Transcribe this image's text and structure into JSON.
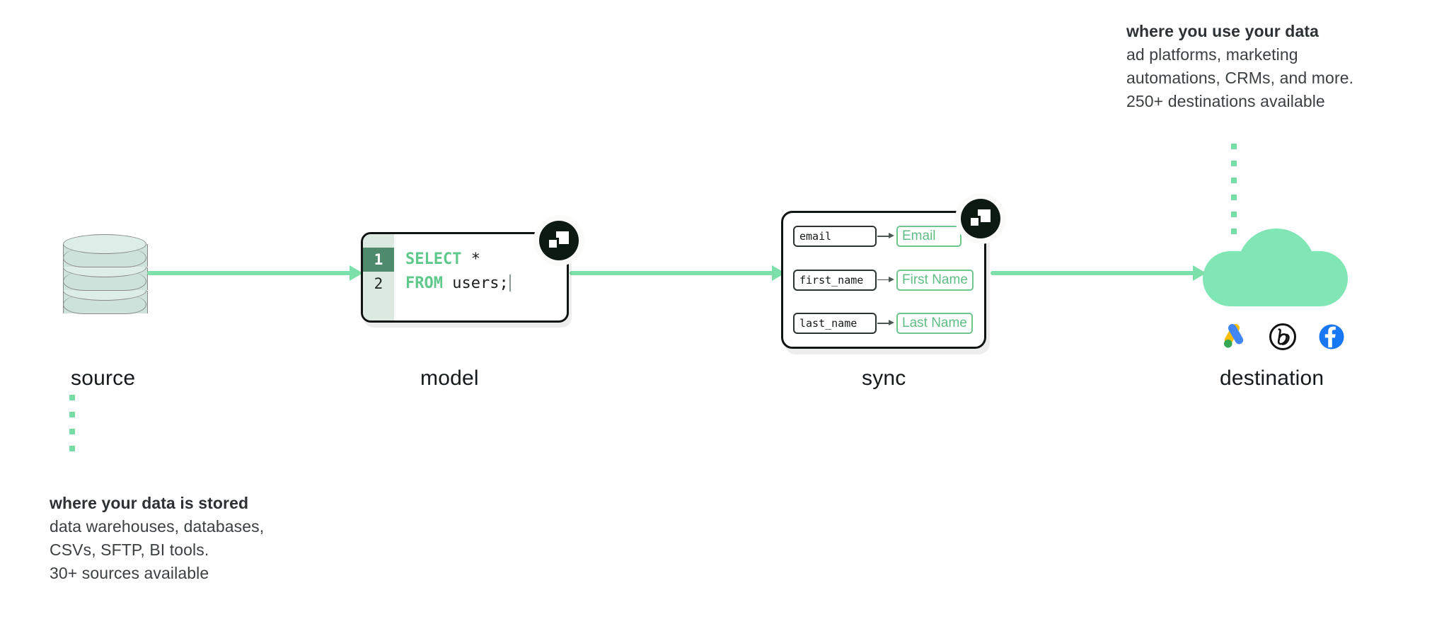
{
  "diagram": {
    "title": "data pipeline: source to destination",
    "accent_green": "#7fe6b4",
    "arrow_green": "#7ddfa9",
    "badge_dark": "#0d1a12",
    "keyword_green": "#5ec98b",
    "facebook_blue": "#1877f2"
  },
  "captions": {
    "destination": {
      "heading": "where you use your data",
      "lines": [
        "ad platforms, marketing",
        "automations, CRMs, and more.",
        "250+ destinations available"
      ]
    },
    "source": {
      "heading": "where your data is stored",
      "lines": [
        "data warehouses, databases,",
        "CSVs, SFTP, BI tools.",
        "30+ sources available"
      ]
    }
  },
  "stages": {
    "source": {
      "label": "source",
      "icon": "database-icon"
    },
    "model": {
      "label": "model",
      "icon": "code-editor-icon"
    },
    "sync": {
      "label": "sync",
      "icon": "field-mapping-icon"
    },
    "destination": {
      "label": "destination",
      "icon": "cloud-icon"
    }
  },
  "model_editor": {
    "lines": [
      {
        "number": "1",
        "active": true,
        "keyword": "SELECT",
        "rest": " *"
      },
      {
        "number": "2",
        "active": false,
        "keyword": "FROM",
        "rest": " users;"
      }
    ]
  },
  "sync_mappings": [
    {
      "source_field": "email",
      "destination_field": "Email"
    },
    {
      "source_field": "first_name",
      "destination_field": "First Name"
    },
    {
      "source_field": "last_name",
      "destination_field": "Last Name"
    }
  ],
  "destination_logos": [
    {
      "name": "google-ads-logo",
      "label": "Google Ads"
    },
    {
      "name": "braze-logo",
      "label": "Braze"
    },
    {
      "name": "facebook-logo",
      "label": "Facebook"
    }
  ],
  "dots": {
    "source_count": 4,
    "destination_count": 6
  }
}
